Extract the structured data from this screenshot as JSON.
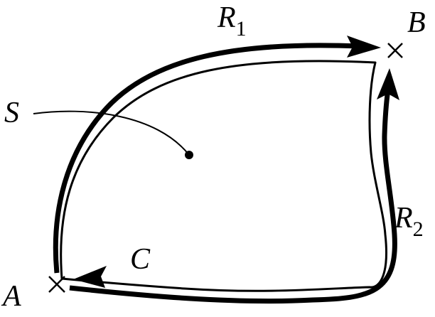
{
  "labels": {
    "R1_main": "R",
    "R1_sub": "1",
    "R2_main": "R",
    "R2_sub": "2",
    "B": "B",
    "A": "A",
    "S": "S",
    "C": "C"
  },
  "colors": {
    "stroke": "#000000",
    "background": "#ffffff"
  }
}
